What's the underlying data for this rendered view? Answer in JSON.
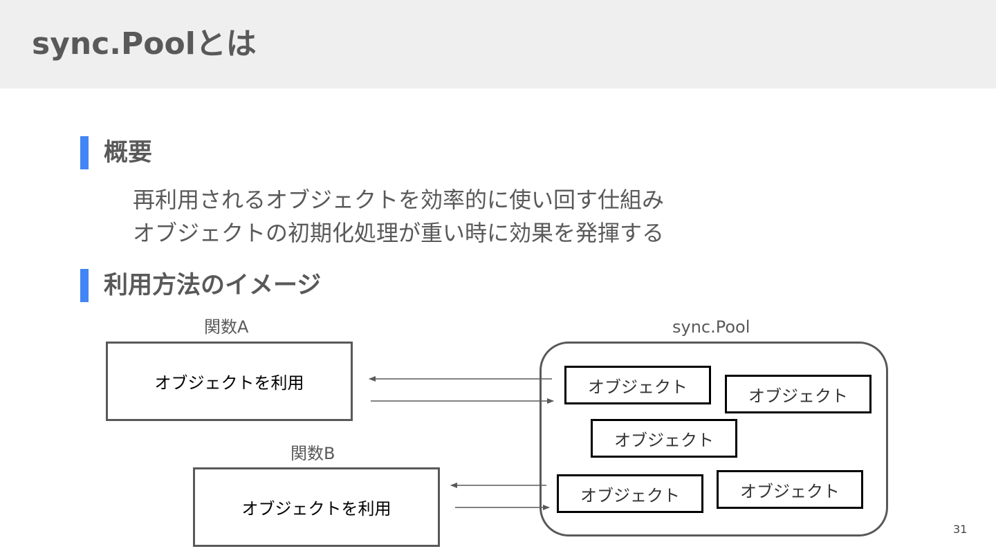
{
  "slide": {
    "title": "sync.Poolとは",
    "page_number": "31"
  },
  "overview": {
    "heading": "概要",
    "lines": [
      "再利用されるオブジェクトを効率的に使い回す仕組み",
      "オブジェクトの初期化処理が重い時に効果を発揮する"
    ]
  },
  "usage": {
    "heading": "利用方法のイメージ"
  },
  "diagram": {
    "func_a": {
      "label": "関数A",
      "box_text": "オブジェクトを利用"
    },
    "func_b": {
      "label": "関数B",
      "box_text": "オブジェクトを利用"
    },
    "pool": {
      "label": "sync.Pool",
      "objects": [
        "オブジェクト",
        "オブジェクト",
        "オブジェクト",
        "オブジェクト",
        "オブジェクト"
      ]
    }
  },
  "colors": {
    "accent": "#4285f4",
    "header_bg": "#efefef",
    "text": "#595959"
  }
}
